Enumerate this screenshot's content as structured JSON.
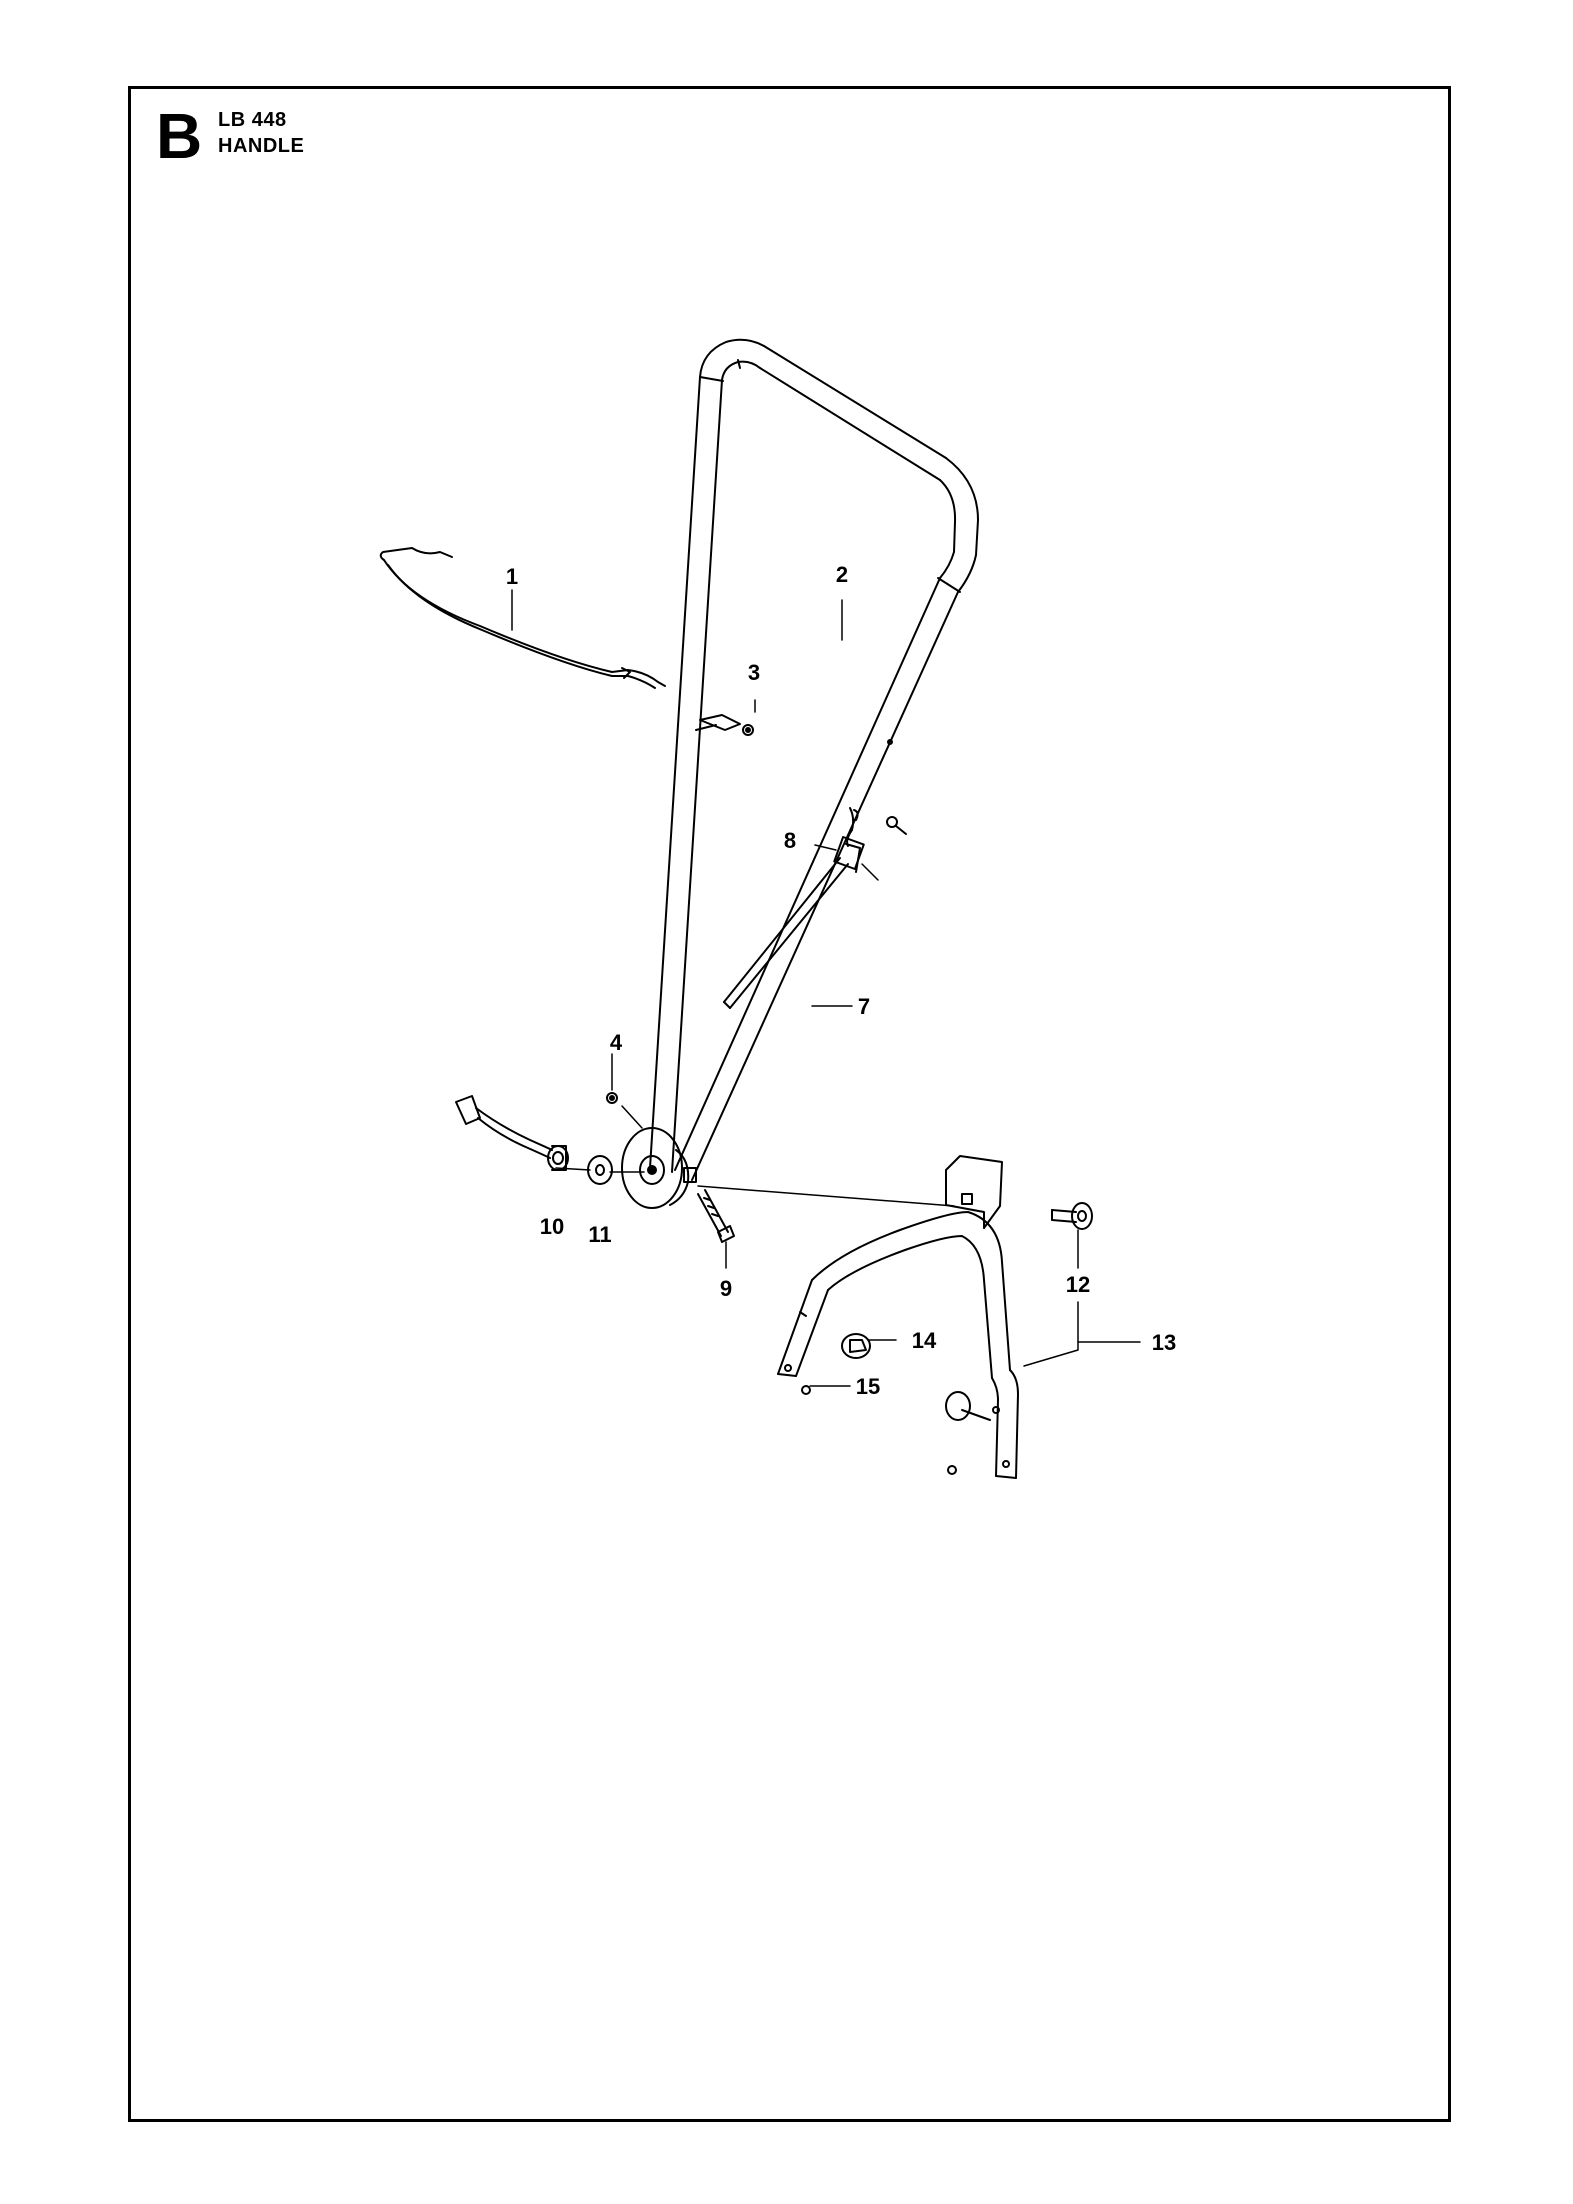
{
  "header": {
    "section_letter": "B",
    "model": "LB 448",
    "title": "HANDLE"
  },
  "callouts": [
    {
      "id": "1",
      "label": "1"
    },
    {
      "id": "2",
      "label": "2"
    },
    {
      "id": "3",
      "label": "3"
    },
    {
      "id": "4",
      "label": "4"
    },
    {
      "id": "7",
      "label": "7"
    },
    {
      "id": "8",
      "label": "8"
    },
    {
      "id": "9",
      "label": "9"
    },
    {
      "id": "10",
      "label": "10"
    },
    {
      "id": "11",
      "label": "11"
    },
    {
      "id": "12",
      "label": "12"
    },
    {
      "id": "13",
      "label": "13"
    },
    {
      "id": "14",
      "label": "14"
    },
    {
      "id": "15",
      "label": "15"
    }
  ]
}
